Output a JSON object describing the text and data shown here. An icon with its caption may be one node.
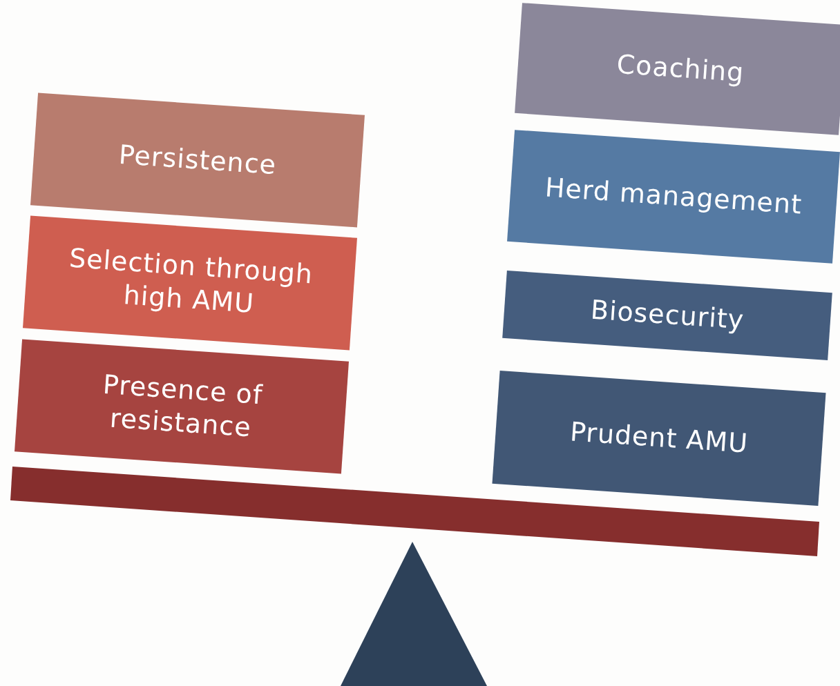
{
  "diagram": {
    "nodes": [
      {
        "text": [
          "Persistence"
        ]
      },
      {
        "text": [
          "Selection through high AMU"
        ]
      },
      {
        "text": [
          "Presence of resistance"
        ]
      },
      {
        "text": [
          "Coaching"
        ]
      },
      {
        "text": [
          "Herd management"
        ]
      },
      {
        "text": [
          "Biosecurity"
        ]
      },
      {
        "text": [
          "Prudent AMU"
        ]
      }
    ]
  }
}
